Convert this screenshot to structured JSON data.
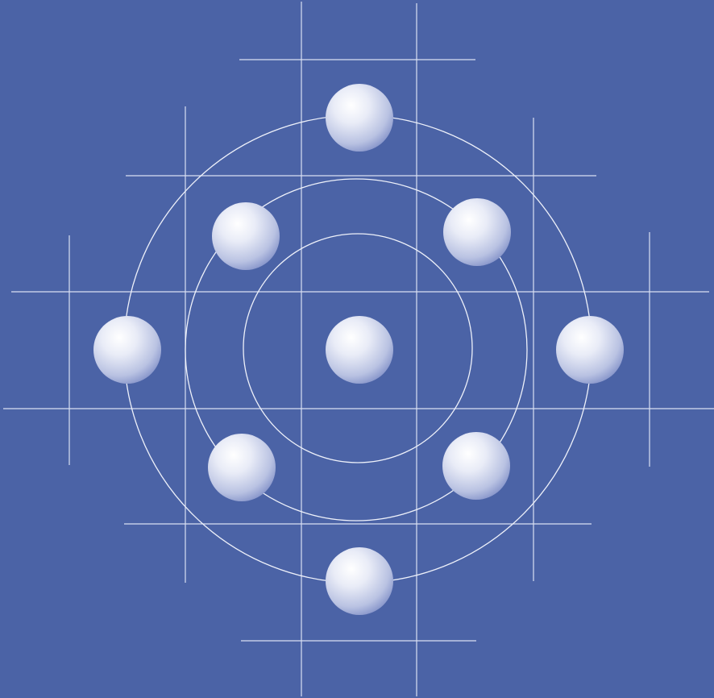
{
  "background_color": "#4b63a6",
  "line_color": "#e6eaf6",
  "sphere_colors": {
    "highlight": "#ffffff",
    "mid": "#d7dcef",
    "shadow": "#7d8cc4"
  },
  "diagram": {
    "description_free": true,
    "rings": [
      "inner-ring",
      "middle-ring",
      "outer-ring"
    ],
    "spheres": [
      {
        "name": "center-sphere"
      },
      {
        "name": "sphere-top"
      },
      {
        "name": "sphere-upper-left"
      },
      {
        "name": "sphere-upper-right"
      },
      {
        "name": "sphere-left"
      },
      {
        "name": "sphere-right"
      },
      {
        "name": "sphere-lower-left"
      },
      {
        "name": "sphere-lower-right"
      },
      {
        "name": "sphere-bottom"
      }
    ]
  }
}
